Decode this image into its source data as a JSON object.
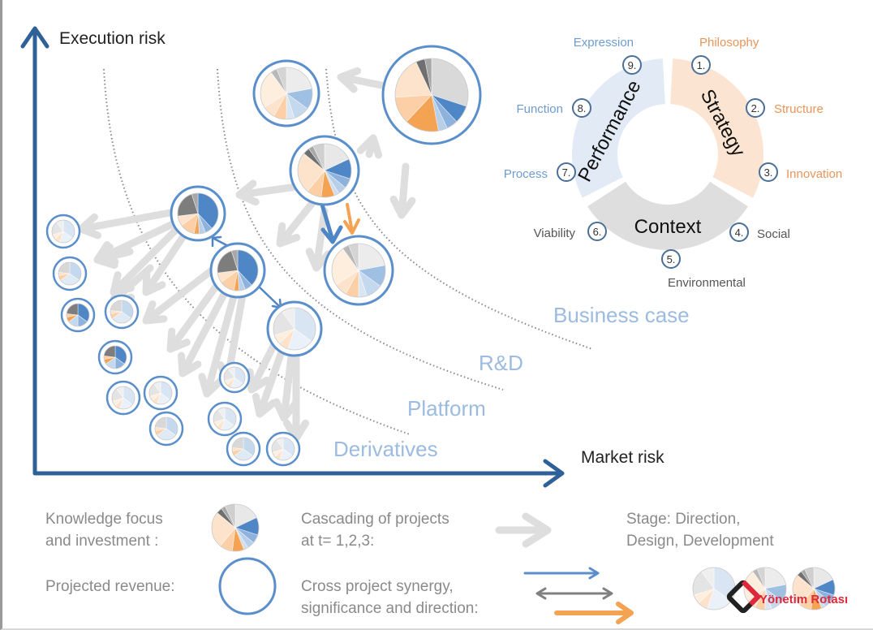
{
  "axes": {
    "y_label": "Execution risk",
    "x_label": "Market risk"
  },
  "zones": [
    {
      "label": "Business case"
    },
    {
      "label": "R&D"
    },
    {
      "label": "Platform"
    },
    {
      "label": "Derivatives"
    }
  ],
  "wheel": {
    "segments": [
      {
        "label": "Strategy",
        "color": "#fbe5d2"
      },
      {
        "label": "Context",
        "color": "#dedede"
      },
      {
        "label": "Performance",
        "color": "#e2eaf5"
      }
    ],
    "items": [
      {
        "num": "1.",
        "label": "Philosophy",
        "color": "#e8955a"
      },
      {
        "num": "2.",
        "label": "Structure",
        "color": "#e8955a"
      },
      {
        "num": "3.",
        "label": "Innovation",
        "color": "#e8955a"
      },
      {
        "num": "4.",
        "label": "Social",
        "color": "#555555"
      },
      {
        "num": "5.",
        "label": "Environmental",
        "color": "#555555"
      },
      {
        "num": "6.",
        "label": "Viability",
        "color": "#555555"
      },
      {
        "num": "7.",
        "label": "Process",
        "color": "#6f9ccf"
      },
      {
        "num": "8.",
        "label": "Function",
        "color": "#6f9ccf"
      },
      {
        "num": "9.",
        "label": "Expression",
        "color": "#6f9ccf"
      }
    ]
  },
  "legend": {
    "knowledge_line1": "Knowledge focus",
    "knowledge_line2": "and investment :",
    "revenue": "Projected revenue:",
    "cascading_line1": "Cascading of projects",
    "cascading_line2": "at t= 1,2,3:",
    "synergy_line1": "Cross project synergy,",
    "synergy_line2": "significance and direction:",
    "stage_line1": "Stage: Direction,",
    "stage_line2": "Design, Development"
  },
  "watermark": "Yönetim Rotası",
  "colors": {
    "axis": "#2f6199",
    "ring": "#5b8fcb",
    "arrow_gray": "#dcdcdc",
    "synergy_blue": "#5b8fcb",
    "synergy_gray": "#808080",
    "synergy_orange": "#f4a352",
    "zone_text": "#9dbbe0",
    "legend_text": "#8a8a8a",
    "watermark": "#e0283c"
  }
}
